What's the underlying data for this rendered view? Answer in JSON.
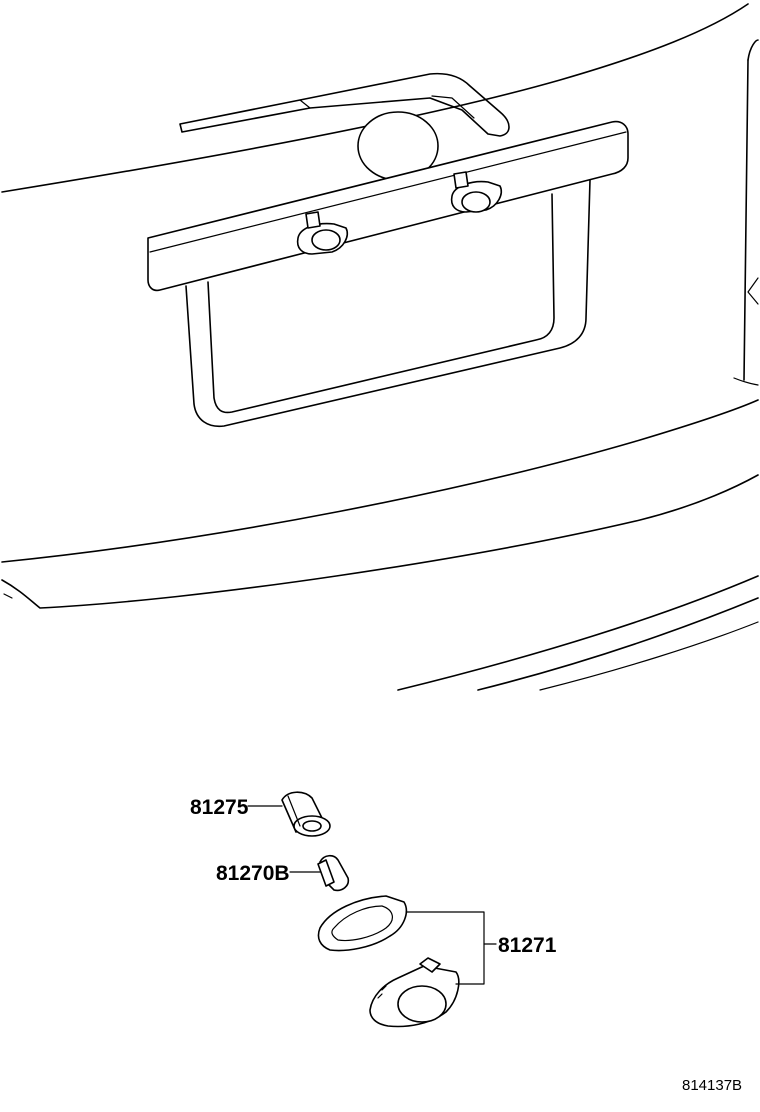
{
  "parts": [
    {
      "id": "81275",
      "label": "81275"
    },
    {
      "id": "81270B",
      "label": "81270B"
    },
    {
      "id": "81271",
      "label": "81271"
    }
  ],
  "figure_code": "814137B"
}
